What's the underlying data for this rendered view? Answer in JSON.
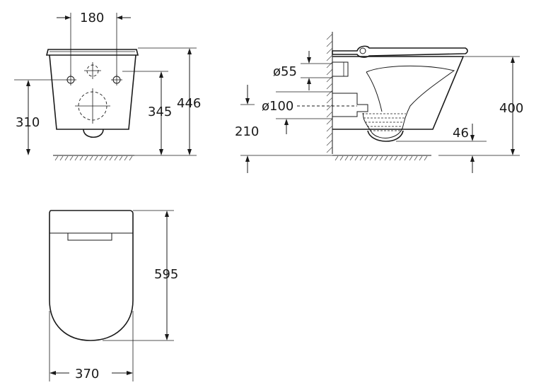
{
  "front_view": {
    "width_between_holes": "180",
    "fixing_height": "310",
    "outlet_height": "345",
    "total_height": "446"
  },
  "side_view": {
    "inlet_diameter": "ø55",
    "outlet_diameter": "ø100",
    "outlet_height": "210",
    "rim_height": "400",
    "water_depth": "46"
  },
  "top_view": {
    "length": "595",
    "width": "370"
  }
}
